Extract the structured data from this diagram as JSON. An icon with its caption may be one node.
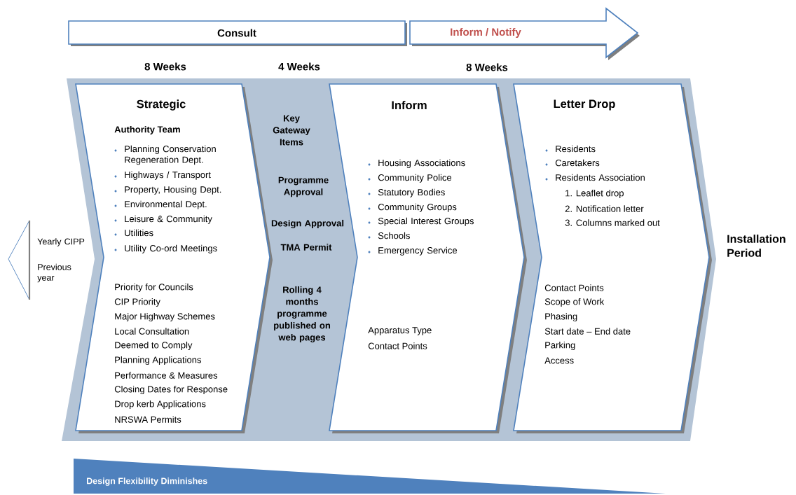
{
  "diagram": {
    "nodes": [
      {
        "text": [
          "Consult"
        ]
      },
      {
        "text": [
          "Inform / Notify"
        ]
      },
      {
        "text": [
          "Key Gateway Items",
          "Programme Approval",
          "Design Approval",
          "TMA Permit",
          "Rolling 4 months programme published on web pages"
        ]
      },
      {
        "text": [
          "Strategic",
          "Authority Team",
          "Planning Conservation Regeneration Dept.",
          "Highways /  Transport",
          "Property, Housing Dept.",
          "Environmental Dept.",
          "Leisure & Community",
          "Utilities",
          "Utility Co-ord Meetings",
          "Priority for Councils",
          "CIP Priority",
          "Major Highway Schemes",
          "Local Consultation",
          "Deemed to Comply",
          "Planning Applications",
          "Performance & Measures",
          "Closing Dates for Response",
          "Drop kerb Applications",
          "NRSWA Permits"
        ],
        "in": 2
      },
      {
        "text": [
          "Inform",
          "Housing Associations",
          "Community Police",
          "Statutory Bodies",
          "Community Groups",
          "Special Interest Groups",
          "Schools",
          "Emergency Service",
          "Apparatus Type",
          "Contact Points"
        ],
        "in": 2
      },
      {
        "text": [
          "Letter Drop",
          "Residents",
          "Caretakers",
          "Residents Association",
          "1. Leaflet drop",
          "2. Notification letter",
          "3. Columns marked out",
          "Contact Points",
          "Scope of Work",
          "Phasing",
          "Start date – End date",
          "Parking",
          "Access"
        ],
        "in": 2
      },
      {
        "text": [
          "Yearly CIPP",
          "Previous year"
        ]
      },
      {
        "text": [
          "Design Flexibility Diminishes"
        ]
      }
    ],
    "labels": [
      "8 Weeks",
      "4 Weeks",
      "8 Weeks",
      "Installation Period"
    ]
  }
}
